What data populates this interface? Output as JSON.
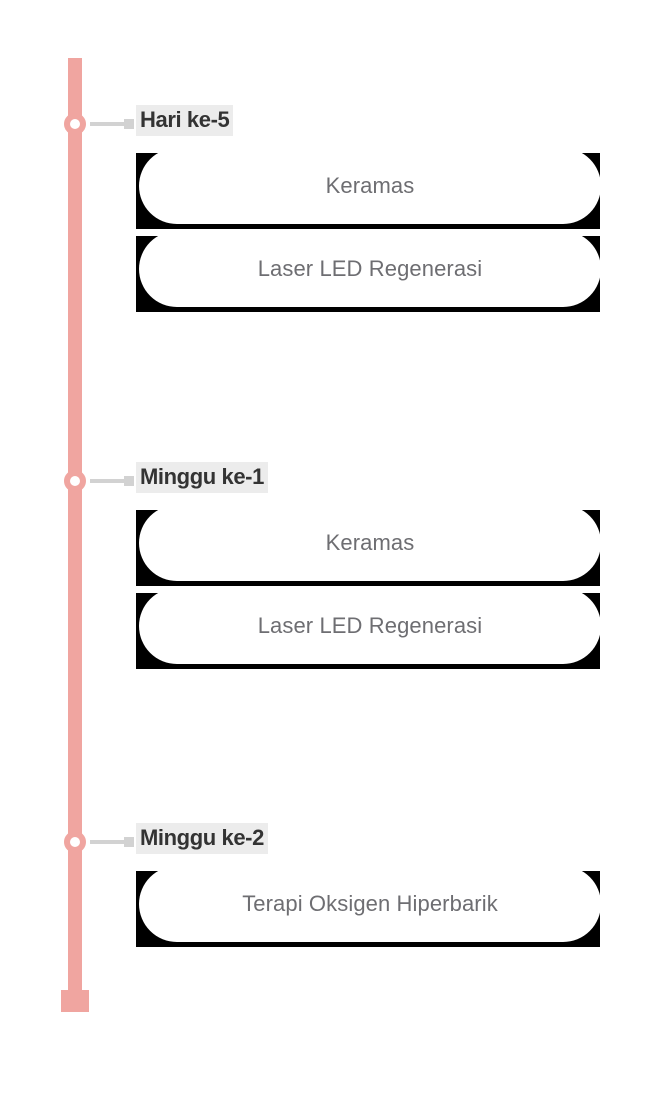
{
  "theme": {
    "rail_color": "#f0a5a0",
    "connector_color": "#d2d2d2",
    "label_highlight_color": "#ececec",
    "label_text_color": "#333333",
    "card_background": "#ffffff",
    "card_shadow_color": "#000000",
    "card_text_color": "#6e6e72",
    "page_background": "#ffffff"
  },
  "timeline": {
    "sections": [
      {
        "label": "Hari ke-5",
        "marker_icon": "timeline-ring-marker-icon",
        "connector_icon": "timeline-connector-icon",
        "events": [
          {
            "label": "Keramas"
          },
          {
            "label": "Laser LED Regenerasi"
          }
        ]
      },
      {
        "label": "Minggu ke-1",
        "marker_icon": "timeline-ring-marker-icon",
        "connector_icon": "timeline-connector-icon",
        "events": [
          {
            "label": "Keramas"
          },
          {
            "label": "Laser LED Regenerasi"
          }
        ]
      },
      {
        "label": "Minggu ke-2",
        "marker_icon": "timeline-ring-marker-icon",
        "connector_icon": "timeline-connector-icon",
        "events": [
          {
            "label": "Terapi Oksigen Hiperbarik"
          }
        ]
      }
    ]
  }
}
